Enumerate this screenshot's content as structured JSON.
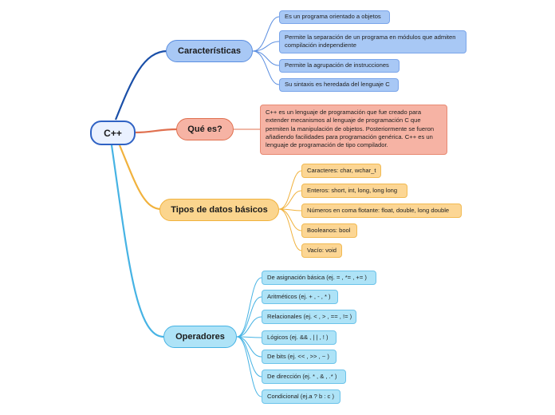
{
  "root": {
    "label": "C++"
  },
  "branches": [
    {
      "id": "caracteristicas",
      "label": "Características",
      "color": "#5b8ee0",
      "items": [
        "Es un programa orientado a objetos",
        "Permite la separación de un programa en módulos que admiten compilación independiente",
        "Permite la agrupación de instrucciones",
        "Su sintaxis es heredada del lenguaje C"
      ]
    },
    {
      "id": "que-es",
      "label": "Qué es?",
      "color": "#e0704f",
      "items": [
        "C++ es un lenguaje de programación que fue creado para extender mecanismos al lenguaje de programación C que permiten la manipulación de objetos. Posteriormente se fueron añadiendo facilidades para programación genérica. C++ es un lenguaje de programación de tipo compilador."
      ]
    },
    {
      "id": "tipos",
      "label": "Tipos de datos básicos",
      "color": "#f1b23d",
      "items": [
        "Caracteres: char, wchar_t",
        "Enteros: short, int, long, long long",
        "Números en coma flotante: float, double, long double",
        "Booleanos: bool",
        "Vacío: void"
      ]
    },
    {
      "id": "operadores",
      "label": "Operadores",
      "color": "#46b3e4",
      "items": [
        "De asignación básica (ej. = , *= , += )",
        "Aritméticos (ej. + , - , * )",
        "Relacionales (ej. < , > , == , != )",
        "Lógicos (ej. && , | | , ! )",
        "De bits (ej. << , >> , ~ )",
        "De dirección (ej. * , & , .* )",
        "Condicional (ej.a ? b : c )"
      ]
    }
  ]
}
